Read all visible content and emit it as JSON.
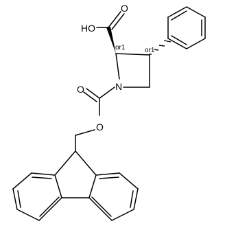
{
  "molecule": {
    "atom_labels": {
      "hydroxyl": "HO",
      "carbonyl_oxygen_acid": "O",
      "nitrogen": "N",
      "carbonyl_oxygen_carbamate": "O",
      "ester_oxygen": "O"
    },
    "stereo_labels": {
      "c2": "or1",
      "c3": "or1"
    }
  },
  "colors": {
    "bond": "#000000",
    "text": "#000000",
    "background": "#ffffff"
  }
}
